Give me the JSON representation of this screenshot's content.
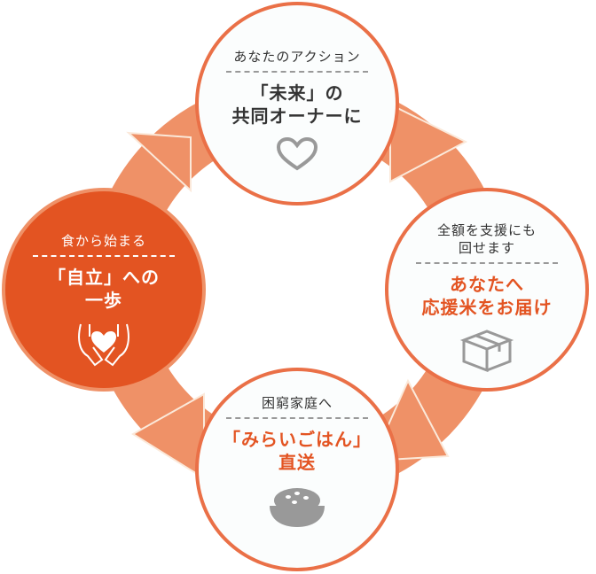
{
  "colors": {
    "accent": "#e35422",
    "ring": "#ef9167",
    "border": "#ea7047"
  },
  "nodes": [
    {
      "sub": "あなたのアクション",
      "main1": "「未来」の",
      "main2": "共同オーナーに",
      "icon": "heart-icon"
    },
    {
      "sub1": "全額を支援にも",
      "sub2": "回せます",
      "main1": "あなたへ",
      "main2": "応援米をお届け",
      "icon": "box-icon"
    },
    {
      "sub": "困窮家庭へ",
      "main1": "「みらいごはん」",
      "main2": "直送",
      "icon": "rice-bowl-icon"
    },
    {
      "sub": "食から始まる",
      "main1": "「自立」への",
      "main2": "一歩",
      "icon": "hands-heart-icon"
    }
  ]
}
